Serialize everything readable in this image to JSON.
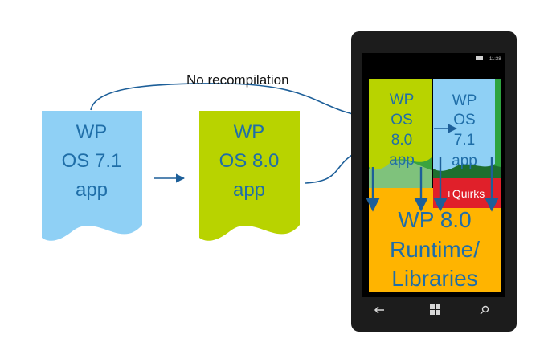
{
  "caption": "No recompilation",
  "doc_wp71": {
    "line1": "WP",
    "line2": "OS 7.1",
    "line3": "app",
    "color": "#8fd0f5"
  },
  "doc_wp80": {
    "line1": "WP",
    "line2": "OS 8.0",
    "line3": "app",
    "color": "#b8d300"
  },
  "phone": {
    "status_time": "11:38",
    "app80": {
      "line1": "WP",
      "line2": "OS",
      "line3": "8.0",
      "line4": "app"
    },
    "app71": {
      "line1": "WP",
      "line2": "OS",
      "line3": "7.1",
      "line4": "app"
    },
    "quirks": "+Quirks",
    "runtime": {
      "line1": "WP 8.0",
      "line2": "Runtime/",
      "line3": "Libraries"
    },
    "nav_icons": [
      "back-icon",
      "windows-start-icon",
      "search-icon"
    ]
  },
  "colors": {
    "text_blue": "#1f6ea8",
    "arrow_blue": "#1d5f99",
    "runtime_orange": "#ffb400",
    "quirks_red": "#e0202a",
    "phone_body": "#1c1c1c"
  }
}
